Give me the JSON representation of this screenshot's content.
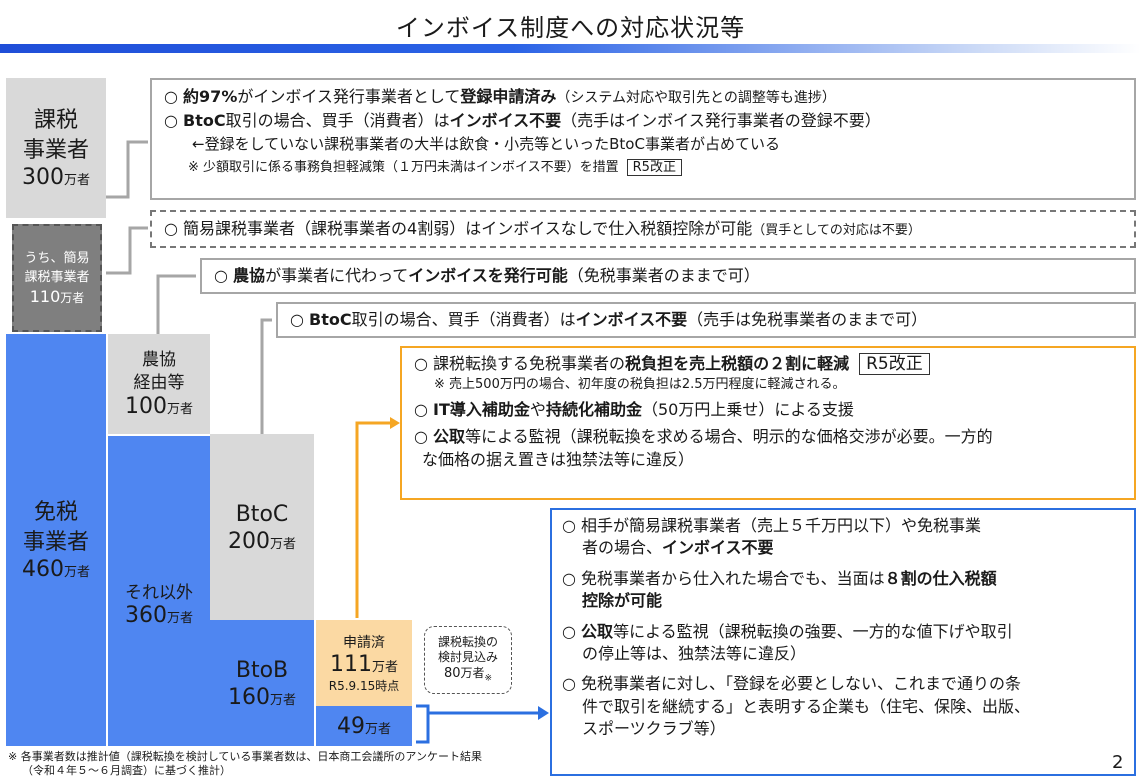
{
  "title": "インボイス制度への対応状況等",
  "page_number": "2",
  "colors": {
    "title_bar": "#1f4ed8",
    "gray_block": "#d9d9d9",
    "dark_gray_block": "#7f7f7f",
    "light_gray_block": "#e8e8e8",
    "blue_block": "#4f86f1",
    "orange": "#f5a623",
    "orange_fill": "#fbd9a3",
    "blue_border": "#2b6fe0"
  },
  "blocks": {
    "kazei": {
      "label_1": "課税",
      "label_2": "事業者",
      "value": "300",
      "unit": "万者"
    },
    "kan_i": {
      "label_1": "うち、簡易",
      "label_2": "課税事業者",
      "value": "110",
      "unit": "万者"
    },
    "menzei": {
      "label_1": "免税",
      "label_2": "事業者",
      "value": "460",
      "unit": "万者"
    },
    "nokyo": {
      "label_1": "農協",
      "label_2": "経由等",
      "value": "100",
      "unit": "万者"
    },
    "sore_igai": {
      "label": "それ以外",
      "value": "360",
      "unit": "万者"
    },
    "btoc": {
      "label": "BtoC",
      "value": "200",
      "unit": "万者"
    },
    "btob": {
      "label": "BtoB",
      "value": "160",
      "unit": "万者"
    },
    "shinsei": {
      "label": "申請済",
      "value": "111",
      "unit": "万者",
      "date": "R5.9.15時点"
    },
    "remaining": {
      "value": "49",
      "unit": "万者"
    },
    "kento": {
      "line_1": "課税転換の",
      "line_2": "検討見込み",
      "value": "80",
      "unit": "万者",
      "mark": "※"
    }
  },
  "callout_1": {
    "l1_pre": "○ ",
    "l1_b1": "約97%",
    "l1_t1": "がインボイス発行事業者として",
    "l1_b2": "登録申請済み",
    "l1_small": "（システム対応や取引先との調整等も進捗）",
    "l2_pre": "○ ",
    "l2_b1": "BtoC",
    "l2_t1": "取引の場合、買手（消費者）は",
    "l2_b2": "インボイス不要",
    "l2_t2": "（売手はインボイス発行事業者の登録不要）",
    "l3": "←登録をしていない課税事業者の大半は飲食・小売等といったBtoC事業者が占めている",
    "l4": "※ 少額取引に係る事務負担軽減策（１万円未満はインボイス不要）を措置",
    "l4_tag": "R5改正"
  },
  "callout_2": {
    "text": "○ 簡易課税事業者（課税事業者の4割弱）はインボイスなしで仕入税額控除が可能",
    "small": "（買手としての対応は不要）"
  },
  "callout_3": {
    "pre": "○ ",
    "b1": "農協",
    "t1": "が事業者に代わって",
    "b2": "インボイスを発行可能",
    "t2": "（免税事業者のままで可）"
  },
  "callout_4": {
    "pre": "○ ",
    "b1": "BtoC",
    "t1": "取引の場合、買手（消費者）は",
    "b2": "インボイス不要",
    "t2": "（売手は免税事業者のままで可）"
  },
  "callout_5": {
    "l1_pre": "○ ",
    "l1_t1": "課税転換する免税事業者の",
    "l1_b1": "税負担を売上税額の２割に軽減",
    "l1_tag": "R5改正",
    "l2": "※ 売上500万円の場合、初年度の税負担は2.5万円程度に軽減される。",
    "l3_pre": "○ ",
    "l3_b1": "IT導入補助金",
    "l3_t1": "や",
    "l3_b2": "持続化補助金",
    "l3_t2": "（50万円上乗せ）による支援",
    "l4_pre": "○ ",
    "l4_b1": "公取",
    "l4_t1": "等による監視（課税転換を求める場合、明示的な価格交渉が必要。一方的",
    "l5": "な価格の据え置きは独禁法等に違反）"
  },
  "callout_6": {
    "i1_pre": "○ ",
    "i1_t1": "相手が簡易課税事業者（売上５千万円以下）や免税事業",
    "i1_t2": "者の場合、",
    "i1_b1": "インボイス不要",
    "i2_pre": "○ ",
    "i2_t1": "免税事業者から仕入れた場合でも、当面は",
    "i2_b1": "８割の仕入税額",
    "i2_b2": "控除が可能",
    "i3_pre": "○ ",
    "i3_b1": "公取",
    "i3_t1": "等による監視（課税転換の強要、一方的な値下げや取引",
    "i3_t2": "の停止等は、独禁法等に違反）",
    "i4_pre": "○ ",
    "i4_t1": "免税事業者に対し、「登録を必要としない、これまで通りの条",
    "i4_t2": "件で取引を継続する」と表明する企業も（住宅、保険、出版、",
    "i4_t3": "スポーツクラブ等）"
  },
  "footnote": {
    "line_1": "※ 各事業者数は推計値（課税転換を検討している事業者数は、日本商工会議所のアンケート結果",
    "line_2": "（令和４年５～６月調査）に基づく推計）"
  }
}
